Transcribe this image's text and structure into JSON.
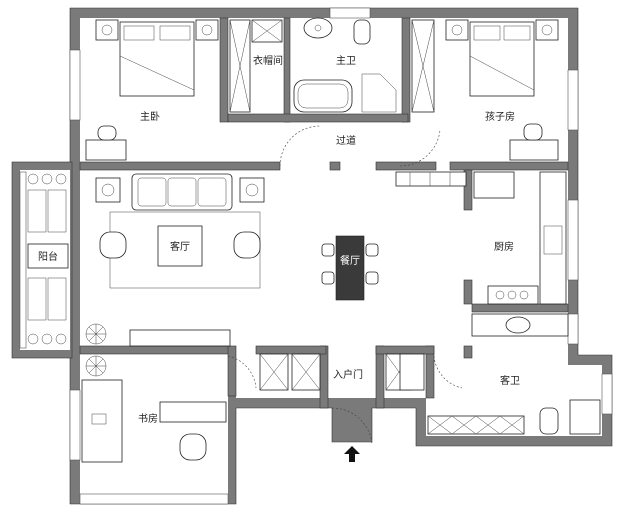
{
  "rooms": {
    "master_bedroom": "主卧",
    "walk_in_closet": "衣帽间",
    "master_bath": "主卫",
    "kids_room": "孩子房",
    "corridor": "过道",
    "balcony": "阳台",
    "living_room": "客厅",
    "dining_room": "餐厅",
    "kitchen": "厨房",
    "study": "书房",
    "guest_bath": "客卫",
    "entrance": "入户门"
  },
  "icons": {
    "entry_arrow": "arrow-up-icon"
  }
}
